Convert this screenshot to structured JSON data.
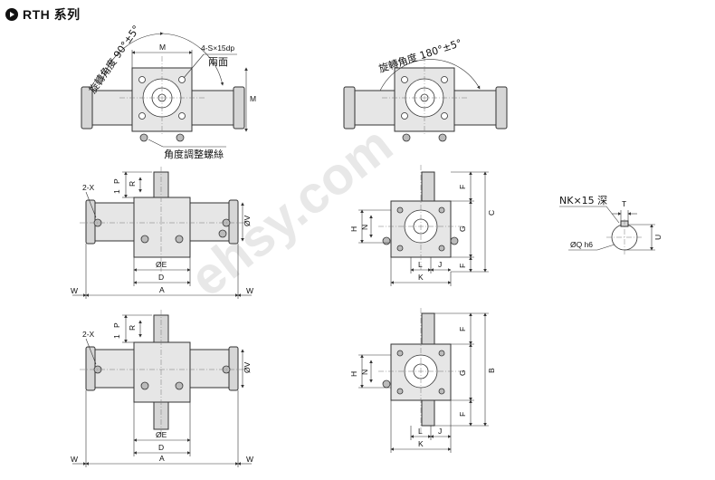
{
  "header": {
    "series_title": "RTH 系列"
  },
  "top_left_view": {
    "rotation_label": "旋轉角度 90°±5°",
    "dim_m_top": "M",
    "dim_m_side": "M",
    "callout_holes": "4-S×15dp",
    "callout_both_sides": "兩面",
    "callout_adjust_screw": "角度調整螺絲"
  },
  "top_right_view": {
    "rotation_label": "旋轉角度 180°±5°"
  },
  "front_view_single": {
    "label_2x": "2-X",
    "dim_p": "P",
    "dim_1": "1",
    "dim_r": "R",
    "dim_phi_v": "ØV",
    "dim_phi_e": "ØE",
    "dim_d": "D",
    "dim_a": "A",
    "dim_w_left": "W",
    "dim_w_right": "W"
  },
  "side_view_single": {
    "dim_f_top": "F",
    "dim_c": "C",
    "dim_g": "G",
    "dim_f_bottom": "F",
    "dim_h": "H",
    "dim_n": "N",
    "dim_l": "L",
    "dim_j": "J",
    "dim_k": "K"
  },
  "shaft_detail": {
    "keyway_label": "NK×15 深",
    "dim_t": "T",
    "dim_u": "U",
    "dim_q": "ØQ h6"
  },
  "front_view_double": {
    "label_2x": "2-X",
    "dim_p": "P",
    "dim_1": "1",
    "dim_r": "R",
    "dim_phi_v": "ØV",
    "dim_phi_e": "ØE",
    "dim_d": "D",
    "dim_a": "A",
    "dim_w_left": "W",
    "dim_w_right": "W"
  },
  "side_view_double": {
    "dim_f_top": "F",
    "dim_b": "B",
    "dim_g": "G",
    "dim_f_bottom": "F",
    "dim_h": "H",
    "dim_n": "N",
    "dim_l": "L",
    "dim_j": "J",
    "dim_k": "K"
  },
  "watermark": {
    "text": "ehsy.com"
  }
}
